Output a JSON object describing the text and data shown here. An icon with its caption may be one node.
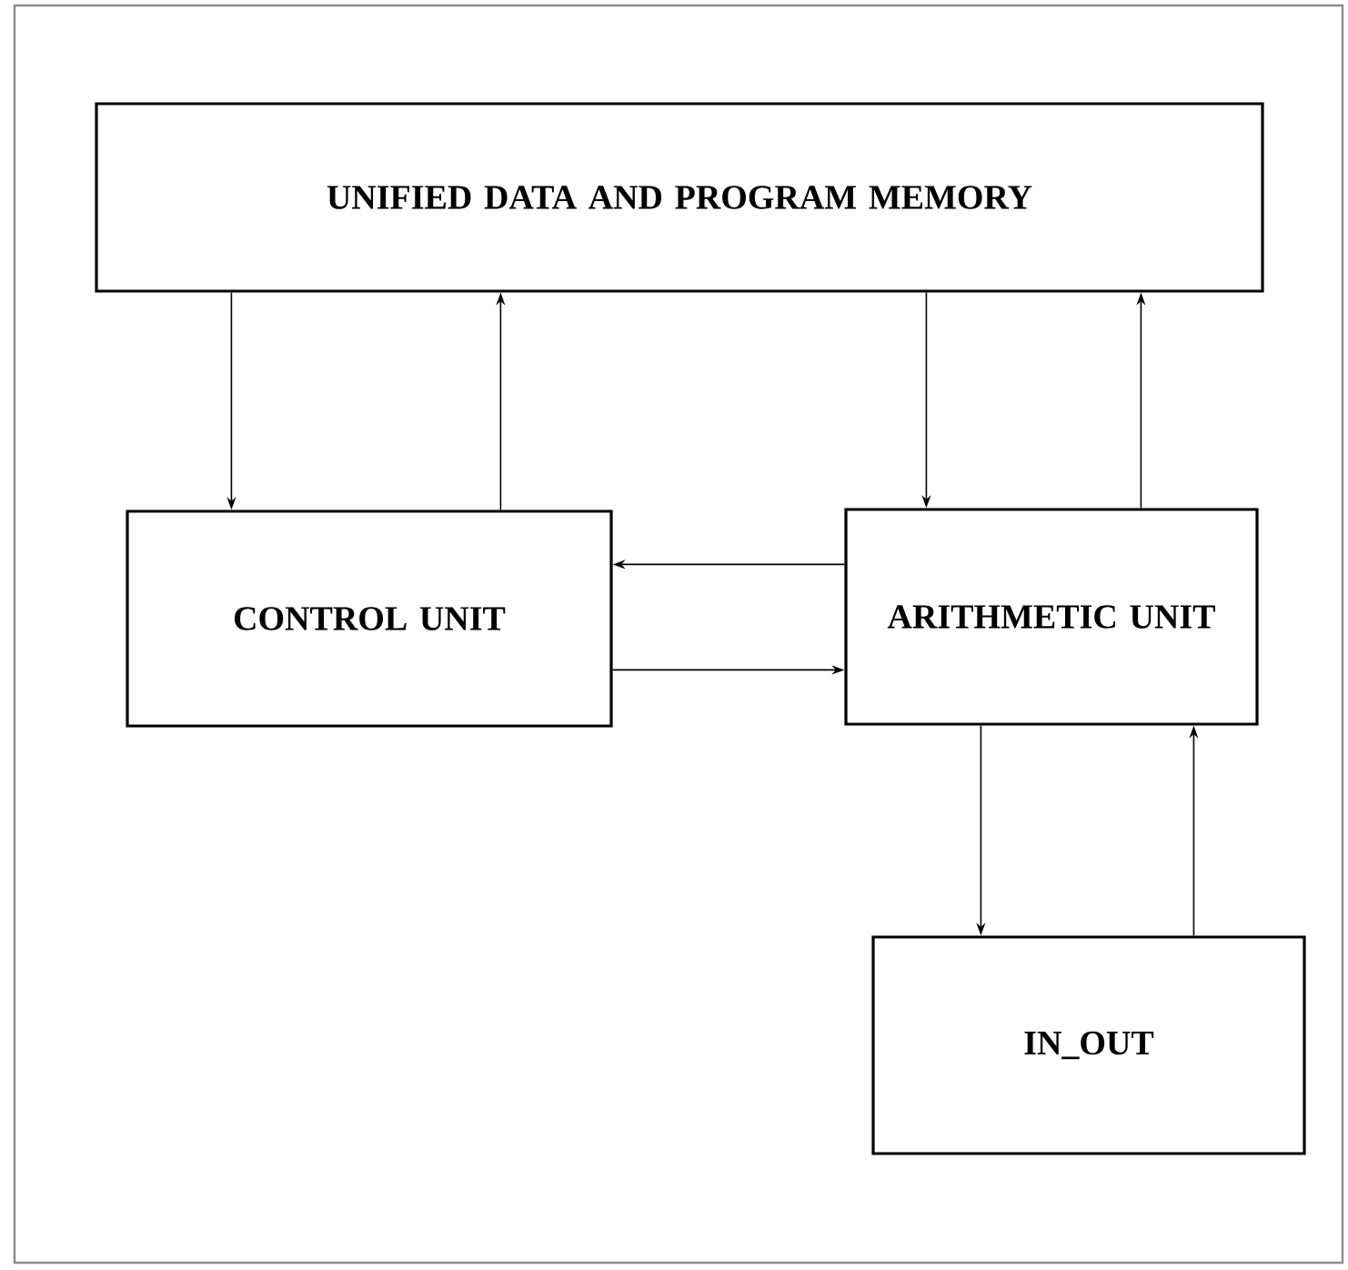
{
  "diagram": {
    "nodes": [
      {
        "text": [
          "UNIFIED DATA AND PROGRAM MEMORY"
        ]
      },
      {
        "text": [
          "CONTROL UNIT"
        ]
      },
      {
        "text": [
          "ARITHMETIC UNIT"
        ]
      },
      {
        "text": [
          "IN_OUT"
        ]
      }
    ],
    "edges": [
      {
        "from": 0,
        "to": 1,
        "arrow": "to"
      },
      {
        "from": 1,
        "to": 0,
        "arrow": "to"
      },
      {
        "from": 0,
        "to": 2,
        "arrow": "to"
      },
      {
        "from": 2,
        "to": 0,
        "arrow": "to"
      },
      {
        "from": 2,
        "to": 1,
        "arrow": "to"
      },
      {
        "from": 1,
        "to": 2,
        "arrow": "to"
      },
      {
        "from": 2,
        "to": 3,
        "arrow": "to"
      },
      {
        "from": 3,
        "to": 2,
        "arrow": "to"
      }
    ]
  }
}
